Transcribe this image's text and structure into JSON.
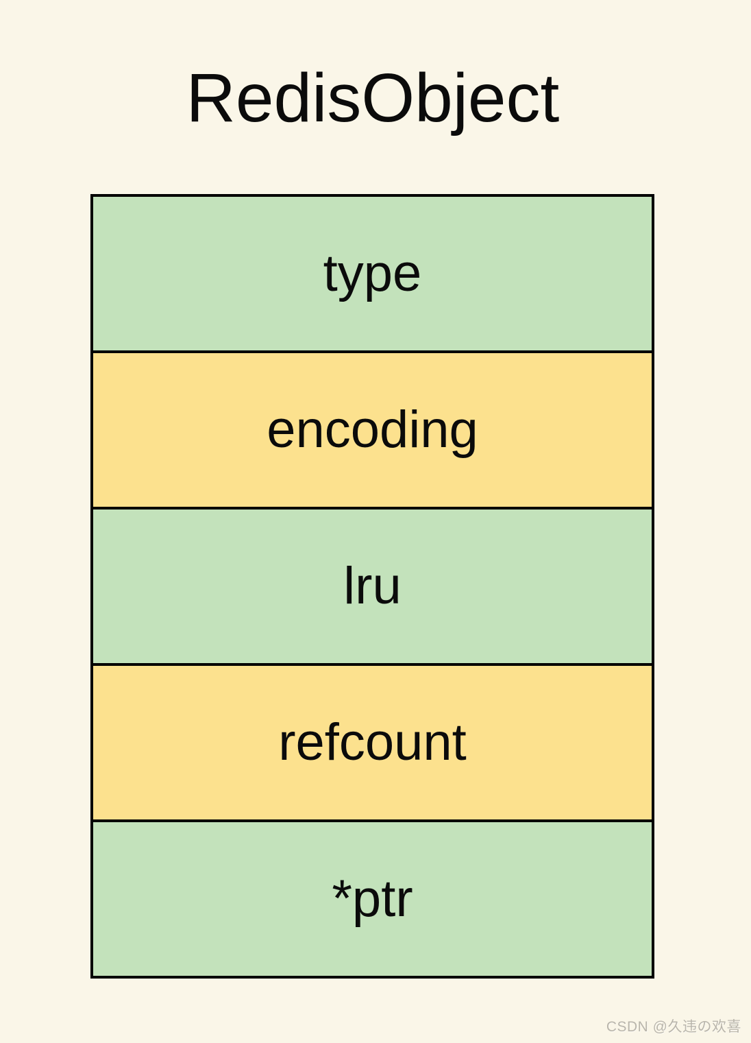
{
  "page": {
    "background_color": "#FAF6E8",
    "border_color": "#000000",
    "text_color": "#0b0b0b"
  },
  "title": "RedisObject",
  "struct": {
    "name": "RedisObject",
    "row_colors": {
      "green": "#C3E2BB",
      "yellow": "#FCE18E"
    },
    "rows": [
      {
        "label": "type",
        "color": "#C3E2BB"
      },
      {
        "label": "encoding",
        "color": "#FCE18E"
      },
      {
        "label": "lru",
        "color": "#C3E2BB"
      },
      {
        "label": "refcount",
        "color": "#FCE18E"
      },
      {
        "label": "*ptr",
        "color": "#C3E2BB"
      }
    ]
  },
  "watermark": "CSDN @久违の欢喜"
}
